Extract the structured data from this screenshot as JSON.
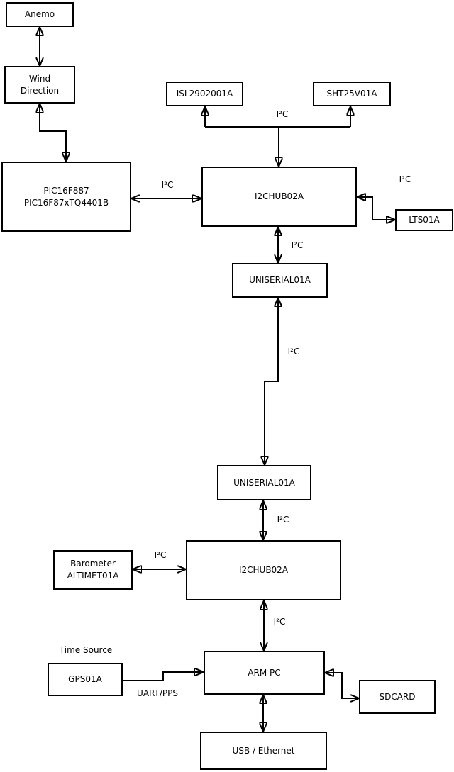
{
  "diagram": {
    "background": "#ffffff",
    "line_color": "#000000",
    "box_fill": "#ffffff",
    "nodes": {
      "anemo": {
        "label": "Anemo"
      },
      "wind_direction": {
        "lines": [
          "Wind",
          "Direction"
        ]
      },
      "pic": {
        "lines": [
          "PIC16F887",
          "PIC16F87xTQ4401B"
        ]
      },
      "isl": {
        "label": "ISL2902001A"
      },
      "sht": {
        "label": "SHT25V01A"
      },
      "i2c_hub_top": {
        "label": "I2CHUB02A"
      },
      "lts": {
        "label": "LTS01A"
      },
      "uniserial_top": {
        "label": "UNISERIAL01A"
      },
      "uniserial_bottom": {
        "label": "UNISERIAL01A"
      },
      "i2c_hub_bottom": {
        "label": "I2CHUB02A"
      },
      "barometer": {
        "lines": [
          "Barometer",
          "ALTIMET01A"
        ]
      },
      "gps": {
        "label": "GPS01A"
      },
      "arm_pc": {
        "label": "ARM PC"
      },
      "sdcard": {
        "label": "SDCARD"
      },
      "usb_ethernet": {
        "label": "USB / Ethernet"
      }
    },
    "labels": {
      "i2c": "I²C",
      "time_source": "Time Source",
      "uart_pps": "UART/PPS"
    },
    "edges": [
      {
        "from": "anemo",
        "to": "wind_direction",
        "bidirectional": true
      },
      {
        "from": "wind_direction",
        "to": "pic",
        "bidirectional": true
      },
      {
        "from": "pic",
        "to": "i2c_hub_top",
        "label": "I²C",
        "bidirectional": true
      },
      {
        "from": "i2c_hub_top",
        "to": "isl",
        "label": "I²C",
        "bidirectional": false
      },
      {
        "from": "i2c_hub_top",
        "to": "sht",
        "label": "I²C",
        "bidirectional": false
      },
      {
        "from": "i2c_hub_top",
        "to": "lts",
        "label": "I²C",
        "bidirectional": true
      },
      {
        "from": "i2c_hub_top",
        "to": "uniserial_top",
        "label": "I²C",
        "bidirectional": true
      },
      {
        "from": "uniserial_top",
        "to": "uniserial_bottom",
        "label": "I²C",
        "bidirectional": true
      },
      {
        "from": "uniserial_bottom",
        "to": "i2c_hub_bottom",
        "label": "I²C",
        "bidirectional": true
      },
      {
        "from": "barometer",
        "to": "i2c_hub_bottom",
        "label": "I²C",
        "bidirectional": true
      },
      {
        "from": "i2c_hub_bottom",
        "to": "arm_pc",
        "label": "I²C",
        "bidirectional": true
      },
      {
        "from": "gps",
        "to": "arm_pc",
        "label": "UART/PPS",
        "bidirectional": false
      },
      {
        "from": "arm_pc",
        "to": "sdcard",
        "bidirectional": true
      },
      {
        "from": "arm_pc",
        "to": "usb_ethernet",
        "bidirectional": true
      }
    ]
  }
}
